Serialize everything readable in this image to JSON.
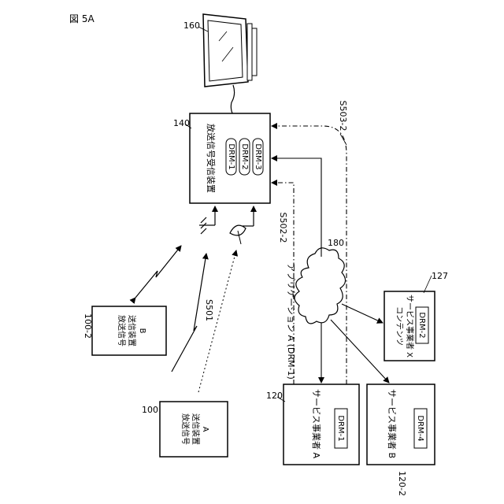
{
  "figure": {
    "id": "図 5A"
  },
  "reference_numbers": {
    "display": "160",
    "receiver": "140",
    "cloud": "180",
    "content_provider": "127",
    "transmitter_b": "100-2",
    "transmitter_a": "100",
    "provider_a": "120",
    "provider_b": "120-2"
  },
  "blocks": {
    "receiver": {
      "line1": "放送信号受信装置"
    },
    "drm_pills": [
      "DRM-1",
      "DRM-2",
      "DRM-3"
    ],
    "transmitter_b": {
      "line1": "放送信号",
      "line2": "送信装置",
      "line3": "B"
    },
    "transmitter_a": {
      "line1": "放送信号",
      "line2": "送信装置",
      "line3": "A"
    },
    "provider_a": {
      "line1": "サービス事業者 A",
      "drm": "DRM-1"
    },
    "provider_b": {
      "line1": "サービス事業者 B",
      "drm": "DRM-4"
    },
    "content_provider": {
      "line1": "コンテンツ",
      "line2": "サービス事業者 X",
      "drm": "DRM-2"
    }
  },
  "signals": {
    "s501": "S501",
    "s502": "S502-2",
    "s503": "S503-2",
    "app_label": "アプリケーション A (DRM-1)"
  }
}
